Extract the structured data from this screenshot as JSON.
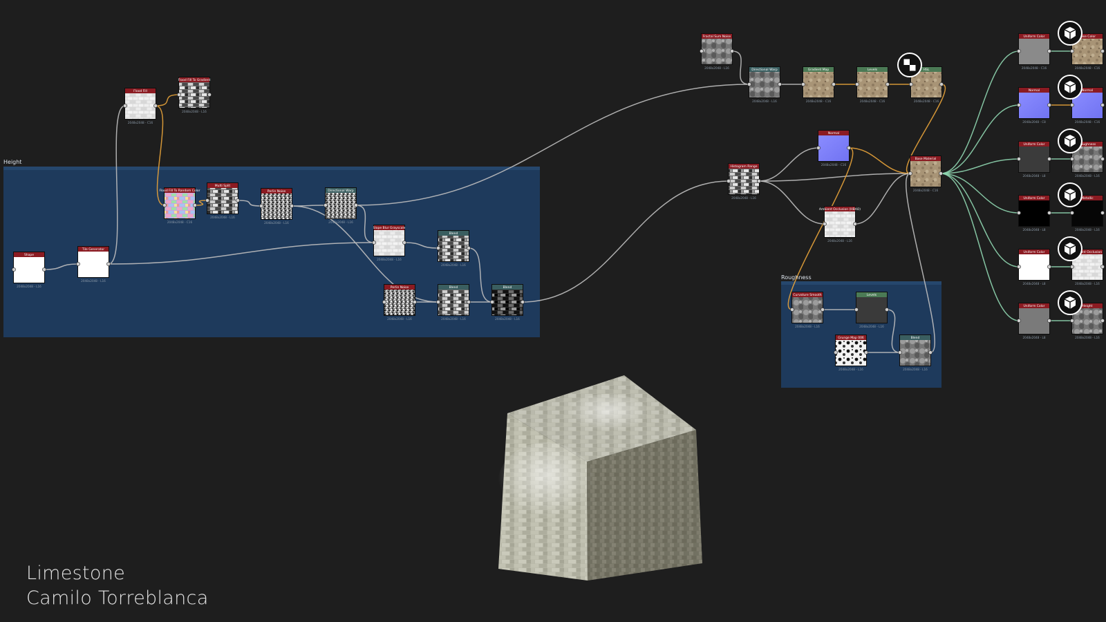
{
  "credits": {
    "material": "Limestone",
    "author": "Camilo Torreblanca"
  },
  "frames": {
    "height": "Height",
    "roughness": "Roughness"
  },
  "colors": {
    "background": "#1e1e1e",
    "frame_fill": "#1e3a5c",
    "header_red": "#8b1b22",
    "header_teal": "#3a5e60",
    "header_green": "#4b7a55",
    "link_grey": "#bfbfbf",
    "link_orange": "#e8a33a",
    "link_green": "#8fd6b0"
  },
  "icons": [
    "cube-icon",
    "checker-icon"
  ],
  "nodes": [
    {
      "id": "shape",
      "title": "Shape",
      "res": "2048x2048 - L16"
    },
    {
      "id": "tile-generator",
      "title": "Tile Generator",
      "res": "2048x2048 - L16"
    },
    {
      "id": "flood-fill",
      "title": "Flood Fill",
      "res": "2048x2048 - C16"
    },
    {
      "id": "flood-fill-gradient",
      "title": "Flood Fill To Gradient",
      "res": "2048x2048 - L16"
    },
    {
      "id": "flood-fill-random-color",
      "title": "Flood Fill To Random Color",
      "res": "2048x2048 - C16"
    },
    {
      "id": "multi-split",
      "title": "Multi Split",
      "res": "2048x2048 - L16"
    },
    {
      "id": "perlin-noise-1",
      "title": "Perlin Noise",
      "res": "2048x2048 - L16"
    },
    {
      "id": "directional-warp-1",
      "title": "Directional Warp",
      "res": "2048x2048 - L16"
    },
    {
      "id": "slope-blur-grayscale",
      "title": "Slope Blur Grayscale",
      "res": "2048x2048 - L16"
    },
    {
      "id": "blend-1",
      "title": "Blend",
      "res": "2048x2048 - L16"
    },
    {
      "id": "perlin-noise-2",
      "title": "Perlin Noise",
      "res": "2048x2048 - L16"
    },
    {
      "id": "blend-2",
      "title": "Blend",
      "res": "2048x2048 - L16"
    },
    {
      "id": "blend-3",
      "title": "Blend",
      "res": "2048x2048 - L16"
    },
    {
      "id": "fractal-sum-noise",
      "title": "Fractal Sum Noise",
      "res": "2048x2048 - L16"
    },
    {
      "id": "directional-warp-2",
      "title": "Directional Warp",
      "res": "2048x2048 - L16"
    },
    {
      "id": "gradient-map",
      "title": "Gradient Map",
      "res": "2048x2048 - C16"
    },
    {
      "id": "levels-1",
      "title": "Levels",
      "res": "2048x2048 - C16"
    },
    {
      "id": "hsl",
      "title": "HSL",
      "res": "2048x2048 - C16"
    },
    {
      "id": "normal-1",
      "title": "Normal",
      "res": "2048x2048 - C16"
    },
    {
      "id": "histogram-range",
      "title": "Histogram Range",
      "res": "2048x2048 - L16"
    },
    {
      "id": "base-material",
      "title": "Base Material",
      "res": "2048x2048 - C16"
    },
    {
      "id": "ambient-occlusion",
      "title": "Ambient Occlusion (HBAO)",
      "res": "2048x2048 - L16"
    },
    {
      "id": "curvature-smooth",
      "title": "Curvature Smooth",
      "res": "2048x2048 - L16"
    },
    {
      "id": "levels-2",
      "title": "Levels",
      "res": "2048x2048 - L16"
    },
    {
      "id": "grunge-map",
      "title": "Grunge Map 006",
      "res": "2048x2048 - L16"
    },
    {
      "id": "blend-4",
      "title": "Blend",
      "res": "2048x2048 - L16"
    },
    {
      "id": "uniform-color-1",
      "title": "Uniform Color",
      "res": "2048x2048 - C16"
    },
    {
      "id": "output-basecolor",
      "title": "Base Color",
      "res": "2048x2048 - C16"
    },
    {
      "id": "normal-2",
      "title": "Normal",
      "res": "2048x2048 - C8"
    },
    {
      "id": "output-normal",
      "title": "Normal",
      "res": "2048x2048 - C16"
    },
    {
      "id": "uniform-color-2",
      "title": "Uniform Color",
      "res": "2048x2048 - L8"
    },
    {
      "id": "output-roughness",
      "title": "Roughness",
      "res": "2048x2048 - L16"
    },
    {
      "id": "uniform-color-3",
      "title": "Uniform Color",
      "res": "2048x2048 - L8"
    },
    {
      "id": "output-metallic",
      "title": "Metallic",
      "res": "2048x2048 - L16"
    },
    {
      "id": "uniform-color-4",
      "title": "Uniform Color",
      "res": "2048x2048 - L8"
    },
    {
      "id": "output-ao",
      "title": "Ambient Occlusion",
      "res": "2048x2048 - L16"
    },
    {
      "id": "uniform-color-5",
      "title": "Uniform Color",
      "res": "2048x2048 - L8"
    },
    {
      "id": "output-height",
      "title": "Height",
      "res": "2048x2048 - L16"
    }
  ]
}
